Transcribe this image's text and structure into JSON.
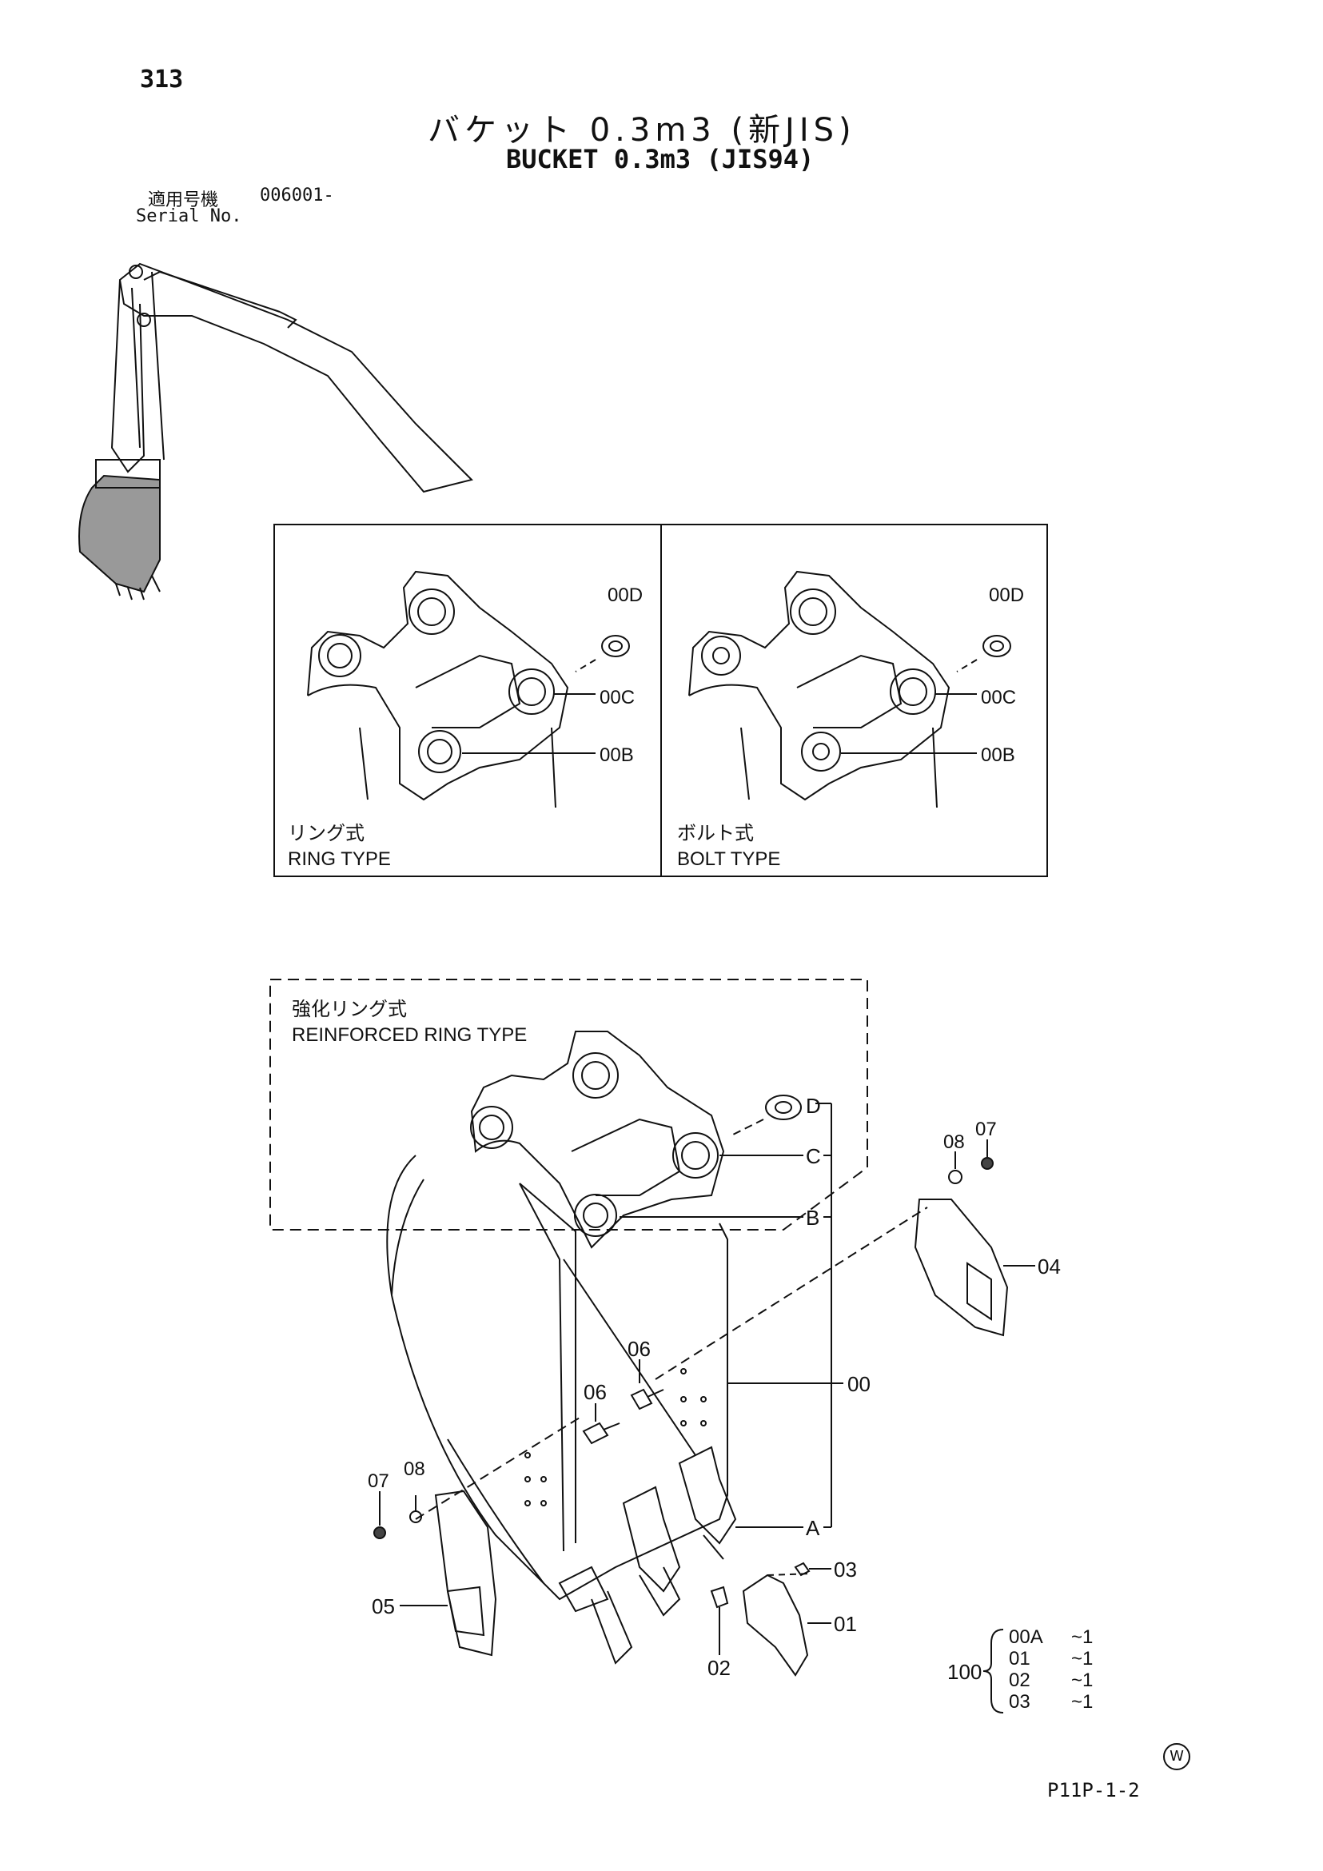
{
  "page_number": "313",
  "title_jp": "バケット 0.3m3 (新JIS)",
  "title_en": "BUCKET 0.3m3 (JIS94)",
  "serial": {
    "label_jp": "適用号機",
    "label_en": "Serial No.",
    "value": "006001-"
  },
  "ring_panel": {
    "label_jp": "リング式",
    "label_en": "RING TYPE",
    "callouts": [
      "00D",
      "00C",
      "00B"
    ]
  },
  "bolt_panel": {
    "label_jp": "ボルト式",
    "label_en": "BOLT TYPE",
    "callouts": [
      "00D",
      "00C",
      "00B"
    ]
  },
  "reinforced_panel": {
    "label_jp": "強化リング式",
    "label_en": "REINFORCED RING TYPE"
  },
  "callouts": {
    "d": "D",
    "c": "C",
    "b": "B",
    "a": "A",
    "p00": "00",
    "p01": "01",
    "p02": "02",
    "p03": "03",
    "p04": "04",
    "p05": "05",
    "p06a": "06",
    "p06b": "06",
    "p07a": "07",
    "p07b": "07",
    "p08a": "08",
    "p08b": "08"
  },
  "kit": {
    "number": "100",
    "items": [
      {
        "part": "00A",
        "qty": "~1"
      },
      {
        "part": "01",
        "qty": "~1"
      },
      {
        "part": "02",
        "qty": "~1"
      },
      {
        "part": "03",
        "qty": "~1"
      }
    ]
  },
  "watermark": "W",
  "code": "P11P-1-2"
}
